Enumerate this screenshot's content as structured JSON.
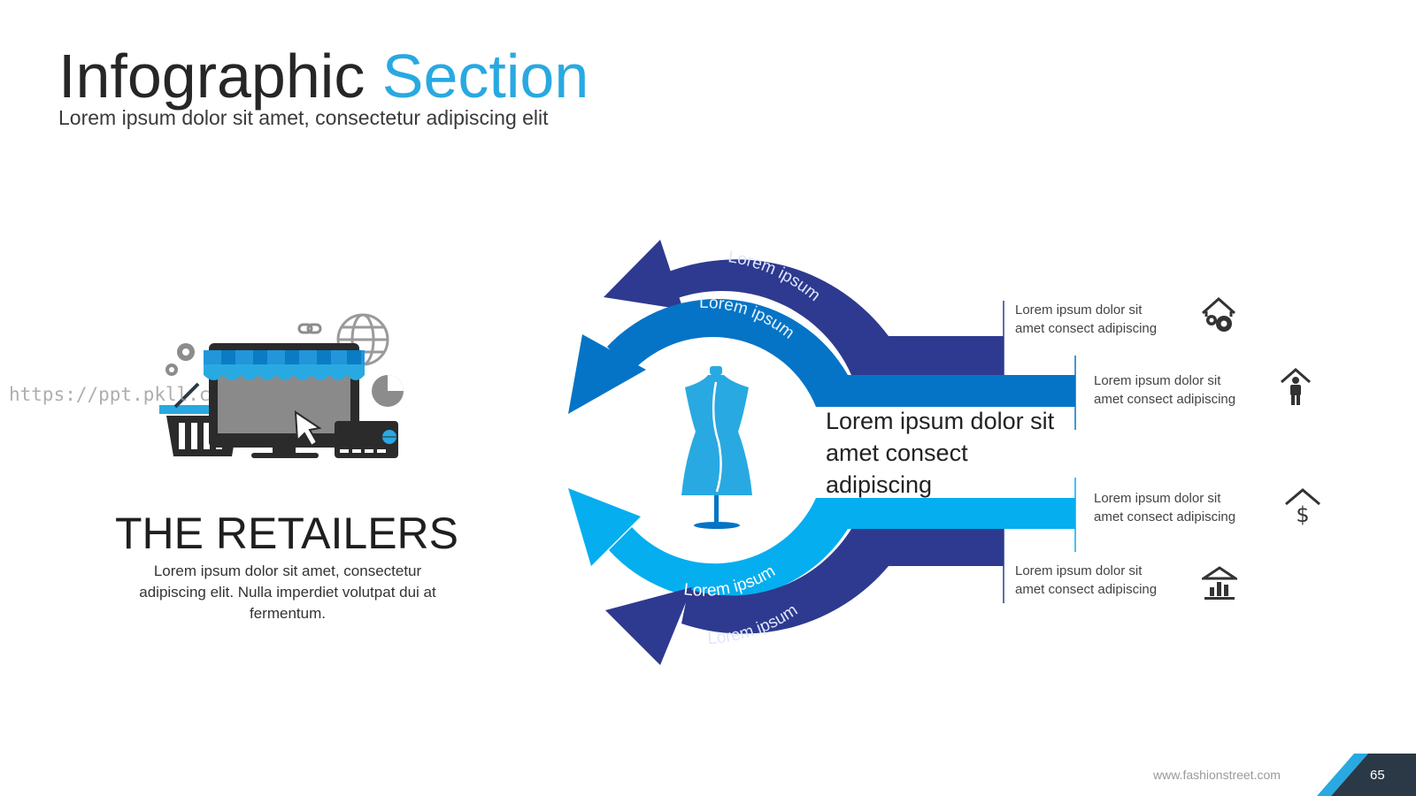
{
  "header": {
    "title_main": "Infographic",
    "title_accent": "Section",
    "subtitle": "Lorem ipsum dolor sit amet, consectetur adipiscing elit"
  },
  "watermark": "https://ppt.pkll.c",
  "left_panel": {
    "title": "THE RETAILERS",
    "description": "Lorem ipsum dolor sit amet, consectetur adipiscing elit. Nulla imperdiet volutpat dui at fermentum."
  },
  "diagram": {
    "arc_labels": [
      "Lorem ipsum",
      "Lorem ipsum",
      "Lorem ipsum",
      "Lorem ipsum"
    ],
    "center_text": "Lorem ipsum dolor sit amet consect adipiscing",
    "items": [
      {
        "text": "Lorem ipsum dolor sit amet consect adipiscing",
        "icon": "house-gears-icon"
      },
      {
        "text": "Lorem ipsum dolor sit amet consect adipiscing",
        "icon": "house-person-icon"
      },
      {
        "text": "Lorem ipsum dolor sit amet consect adipiscing",
        "icon": "house-dollar-icon"
      },
      {
        "text": "Lorem ipsum dolor sit amet consect adipiscing",
        "icon": "bank-chart-icon"
      }
    ]
  },
  "colors": {
    "dark_blue": "#2e3a8f",
    "mid_blue": "#0574c6",
    "light_blue": "#05aeef",
    "accent": "#29a9e1",
    "footer_dark": "#2b3947"
  },
  "footer": {
    "url": "www.fashionstreet.com",
    "page": "65"
  }
}
